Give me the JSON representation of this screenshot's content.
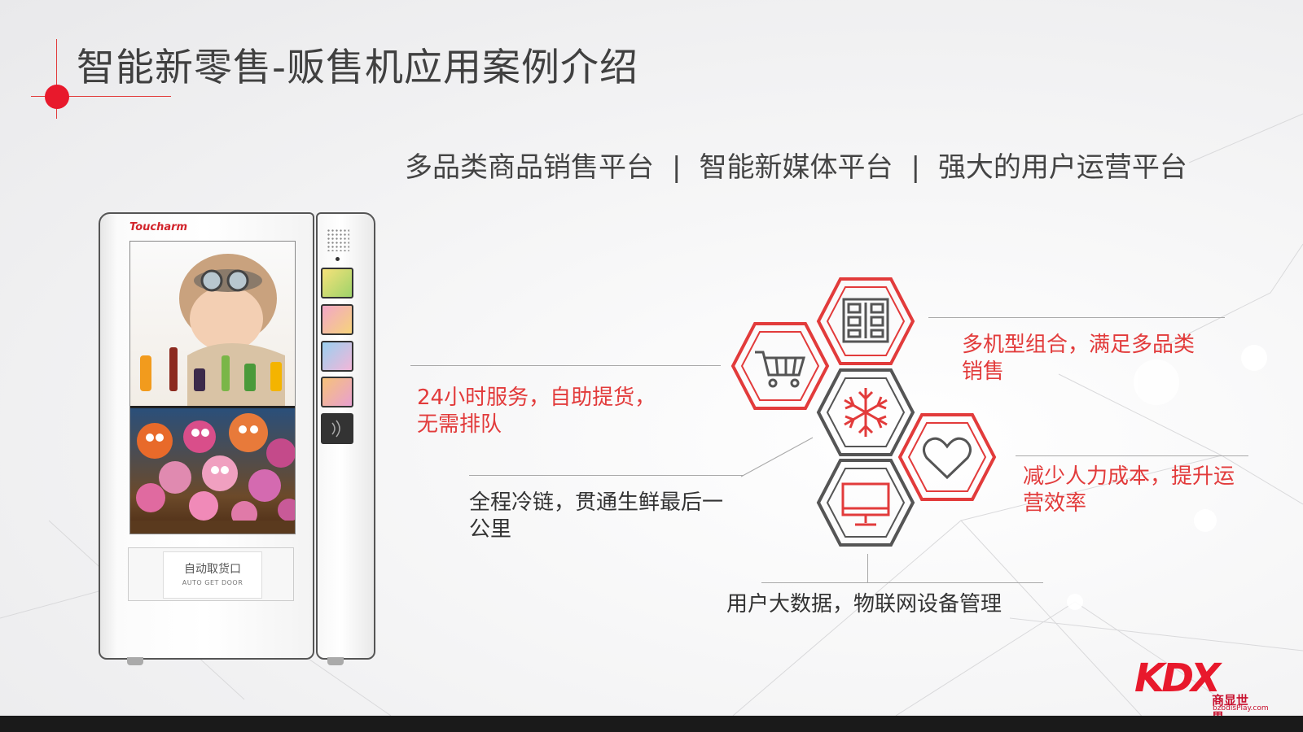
{
  "slide": {
    "title": "智能新零售-贩售机应用案例介绍",
    "tagline": [
      "多品类商品销售平台",
      "智能新媒体平台",
      "强大的用户运营平台"
    ],
    "tagline_separator": "|"
  },
  "vending_machine": {
    "brand": "Toucharm",
    "door_label_cn": "自动取货口",
    "door_label_en": "AUTO GET DOOR"
  },
  "features": {
    "service": {
      "line1": "24小时服务，自助提货，",
      "line2": "无需排队",
      "icon": "shopping-cart-icon"
    },
    "combo": {
      "line1": "多机型组合，满足多品类",
      "line2": "销售",
      "icon": "product-shelf-icon"
    },
    "cold_chain": {
      "line1": "全程冷链，贯通生鲜最后一",
      "line2": "公里",
      "icon": "snowflake-icon"
    },
    "cost": {
      "line1": "减少人力成本，提升运",
      "line2": "营效率",
      "icon": "heart-icon"
    },
    "data": {
      "line1": "用户大数据，物联网设备管理",
      "icon": "monitor-icon"
    }
  },
  "logo": {
    "mark": "KDX",
    "cn": "商显世界",
    "url": "bzbdisPlay.com"
  },
  "colors": {
    "accent": "#e8192c",
    "hex_red": "#e23b3b",
    "hex_gray": "#555555",
    "text_dark": "#333333",
    "background": "#f2f2f3"
  }
}
